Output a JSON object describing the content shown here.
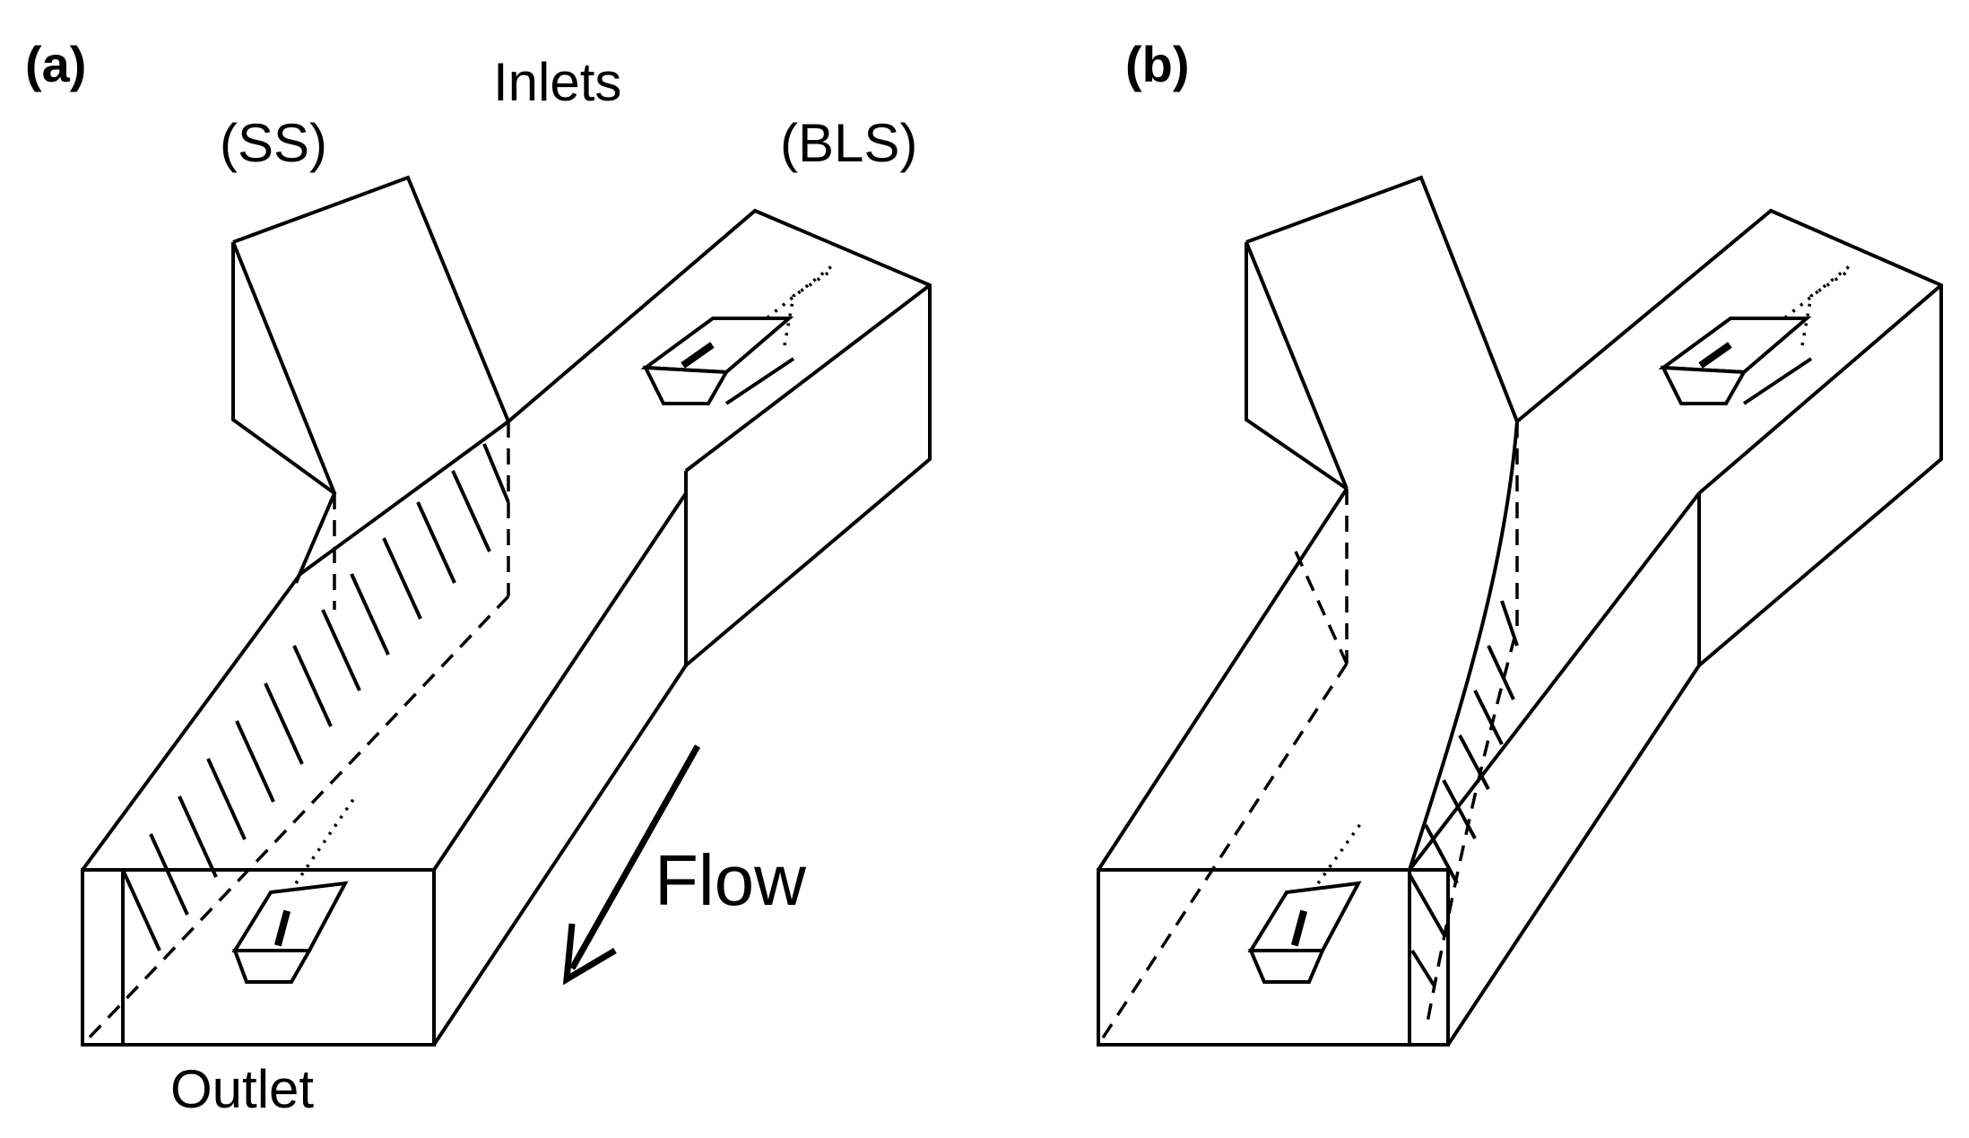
{
  "figure": {
    "panel_a": {
      "label": "(a)",
      "inlets_label": "Inlets",
      "left_inlet_label": "(SS)",
      "right_inlet_label": "(BLS)",
      "flow_label": "Flow",
      "outlet_label": "Outlet"
    },
    "panel_b": {
      "label": "(b)"
    },
    "colors": {
      "line": "#000000",
      "background": "#ffffff"
    }
  }
}
